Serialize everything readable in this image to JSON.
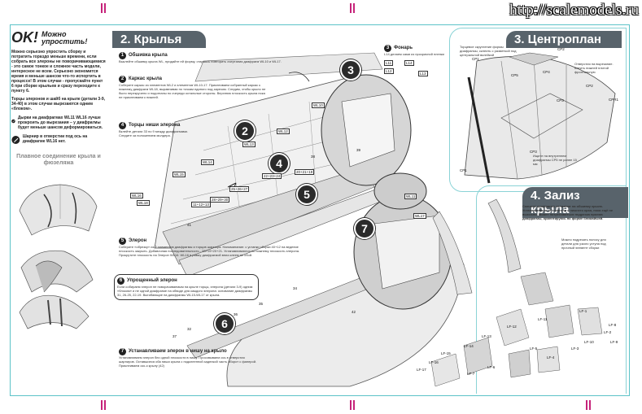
{
  "watermark": "http://scalemodels.ru",
  "left": {
    "ok_mark": "OK!",
    "ok_title": "Можно упростить!",
    "intro": "Можно серьезно упростить сборку и потратить гораздо меньше времени, если собрать все элероны не поворачивающимися - это самое тонкое и сложное часть модели, интересное не всем. Серьезно экономится время и меньше шансов что-то испортить в процессе! В этом случае - пропускайте пункт 6 при сборке крыльев и сразу переходите к пункту 6.",
    "note1": "Торцы элеронов и шайб на крыле (детали 3-9, 34-40) в этом случае вырезаются одним «блоком».",
    "icon_note1": "Дырки на диафрагмах WL11 WL16 лучше прокроить до вырезания – у диафрагмы будет меньше шансов деформироваться.",
    "icon_note2": "Шарнир в отверстии под ось на диафрагме WL16 нет.",
    "fairing_title": "Плавное соединение крыла и фюзеляжа"
  },
  "wing": {
    "title": "2. Крылья",
    "step1_title": "Обшивка крыла",
    "step1_text": "Выклейте обшивку крыла WL, придайте ей форму, стараясь повторить очертания диафрагм WL10 и WL17.",
    "step2_title": "Каркас крыла",
    "step2_text": "Соберите каркас из элементов WL2 и элементов WL10-17. Приклеиваем собранный каркас к нижнему диафрагм WL18, выравнивая по точкам единого под зарезом. Следим, чтобы крыло не было перекручено и подогнаны по очереди остальные стороны. Верхнюю плоскость крыла пока не приклеиваем к нижней.",
    "step3_title": "Фонарь",
    "step3_text": "L14 делаем сами из прозрачной пленки",
    "step4_title": "Торцы ниши элерона",
    "step4_text": "Вклейте детали 33 по 9 между диафрагмами. Следите за положением молдера.",
    "step5_title": "Элерон",
    "step5_text": "Соберите «обрезку» из 2 элементов диафрагмы и торцов шарнира. Напоминание: с устанки сборки 40+12 на ведение плоскость закрыть. Добавочная последовательность - 28+19+20+21. Устанавливаются по нижнему плоскость элерона. Прокрутите плоскость на Элерон WL16. WL16 в рамку диафрагмой вниз клеем не сбой.",
    "step6_title": "Упрощенный элерон",
    "step6_text": "Если собираем элерон не поворачиваемым на крыле торцы, элерона (детали 3-9) одним «блоком» и не одной диафрагме на обводе для каждого элерона: основание диафрагмы 31, 26-25, 22-19. Выгибающие на диафрагмы WL15-WL17 от крыла.",
    "step7_title": "Устанавливаем элерон в нишу на крыло",
    "step7_text": "Устанавливаем элерон без одной плоскости в нишу. Просовываем ось в отверстия шарниров. Оставшиеся оба ниши крыла с подклеенной заделкой часть оборот с фанерой. Приклеиваем ось к крылу (42)"
  },
  "center": {
    "title": "3. Центроплан",
    "note_top": "Торцевое скругление формы диафрагмы, склеить с разметкой под центральной вклейкой",
    "note_right": "Отверстия на вырезание. Клеить нижней плитой фронтальную",
    "note_bottom": "Ищите на внутреннем диафрагмы CP5 не ранее 15 мм",
    "labels": [
      "CP1",
      "CP2",
      "CP3",
      "CP4",
      "CP5",
      "CPR1",
      "CP1",
      "CP2",
      "CP3"
    ]
  },
  "fillet": {
    "title": "4. Зализ крыла",
    "text": "Сначала диафрагму зализают на обшивку крыла. Устанавливаем обтекатели с нижнего края, пока ещё не высохли. Может потребоваться подрезка проема диафрагмы, ориентируясь по форме ближайшей.",
    "tip": "Можно подрезать полосу для детали для узкого уступа под прочный элемент сборки",
    "parts": [
      "LF-1",
      "LF-2",
      "LF-3",
      "LF-4",
      "LF-5",
      "LF-6",
      "LF-7",
      "LF-8",
      "LF-9",
      "LF-10",
      "LF-11",
      "LF-12",
      "LF-13",
      "LF-14",
      "LF-15",
      "LF-16",
      "LF-17"
    ]
  },
  "parts_labels": {
    "wl": [
      "WL10",
      "WL11",
      "WL12",
      "WL13",
      "WL14",
      "WL15",
      "WL16",
      "WL17",
      "WL18"
    ],
    "groups": [
      "20+21+19",
      "22+23+24",
      "25+26+27",
      "28+29+30",
      "11+12+13"
    ],
    "nums": [
      "1",
      "2",
      "3",
      "4",
      "5",
      "6",
      "7",
      "8",
      "14",
      "16",
      "17",
      "18",
      "19",
      "20",
      "21",
      "32",
      "34",
      "35",
      "36",
      "37",
      "38",
      "39",
      "40",
      "41",
      "42"
    ],
    "lamps": [
      "L11",
      "L12",
      "L13",
      "L14"
    ]
  },
  "step_badges": [
    "2",
    "3",
    "4",
    "5",
    "6",
    "7"
  ]
}
